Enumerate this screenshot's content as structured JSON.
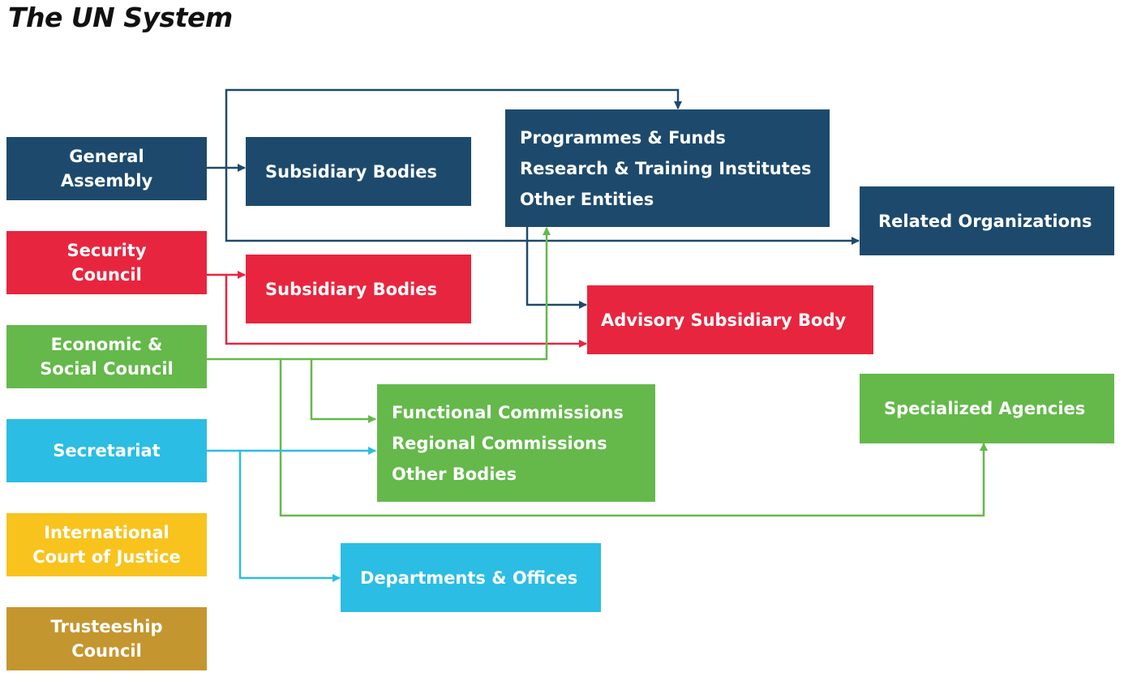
{
  "title": "The UN System",
  "colors": {
    "navy": "#1d4a6c",
    "red": "#e8253e",
    "green": "#64b94a",
    "cyan": "#2bbde3",
    "yellow": "#f8c31d",
    "gold": "#c4962f"
  },
  "principal_organs": [
    {
      "id": "general-assembly",
      "lines": [
        "General",
        "Assembly"
      ]
    },
    {
      "id": "security-council",
      "lines": [
        "Security",
        "Council"
      ]
    },
    {
      "id": "ecosoc",
      "lines": [
        "Economic &",
        "Social Council"
      ]
    },
    {
      "id": "secretariat",
      "lines": [
        "Secretariat"
      ]
    },
    {
      "id": "icj",
      "lines": [
        "International",
        "Court of Justice"
      ]
    },
    {
      "id": "trusteeship-council",
      "lines": [
        "Trusteeship",
        "Council"
      ]
    }
  ],
  "bodies": {
    "ga_subsidiary": "Subsidiary Bodies",
    "sc_subsidiary": "Subsidiary Bodies",
    "programmes": [
      "Programmes & Funds",
      "Research & Training Institutes",
      "Other Entities"
    ],
    "related_orgs": "Related Organizations",
    "advisory": "Advisory Subsidiary Body",
    "commissions": [
      "Functional Commissions",
      "Regional Commissions",
      "Other Bodies"
    ],
    "specialized": "Specialized Agencies",
    "departments": "Departments & Offices"
  }
}
